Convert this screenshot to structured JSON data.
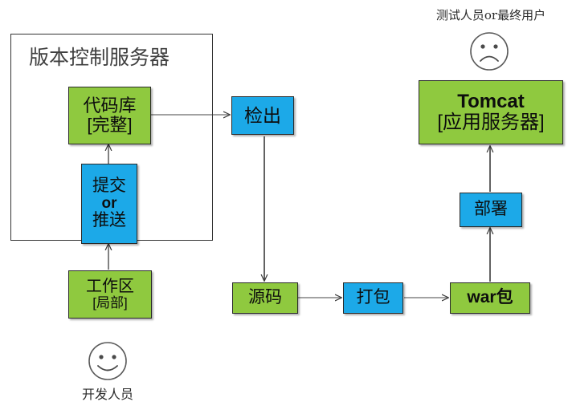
{
  "diagram": {
    "title_region": {
      "label": "版本控制服务器"
    },
    "nodes": {
      "repo": {
        "line1": "代码库",
        "line2": "[完整]",
        "color": "#8fc93f"
      },
      "commit_push": {
        "line1": "提交",
        "line2": "or",
        "line3": "推送",
        "color": "#1ca9e8"
      },
      "workspace": {
        "line1": "工作区",
        "line2": "[局部]",
        "color": "#8fc93f"
      },
      "checkout": {
        "line1": "检出",
        "color": "#1ca9e8"
      },
      "source": {
        "line1": "源码",
        "color": "#8fc93f"
      },
      "package": {
        "line1": "打包",
        "color": "#1ca9e8"
      },
      "war": {
        "line1": "war包",
        "color": "#8fc93f"
      },
      "deploy": {
        "line1": "部署",
        "color": "#1ca9e8"
      },
      "tomcat": {
        "line1": "Tomcat",
        "line2": "[应用服务器]",
        "color": "#8fc93f"
      }
    },
    "actors": {
      "developer": {
        "label": "开发人员",
        "face": "smiley-happy-icon"
      },
      "tester_enduser": {
        "label": "测试人员or最终用户",
        "face": "smiley-sad-icon"
      }
    },
    "colors": {
      "green": "#8fc93f",
      "blue": "#1ca9e8",
      "line": "#4d4d4d",
      "border": "#2a2a2a",
      "background": "#ffffff"
    }
  }
}
